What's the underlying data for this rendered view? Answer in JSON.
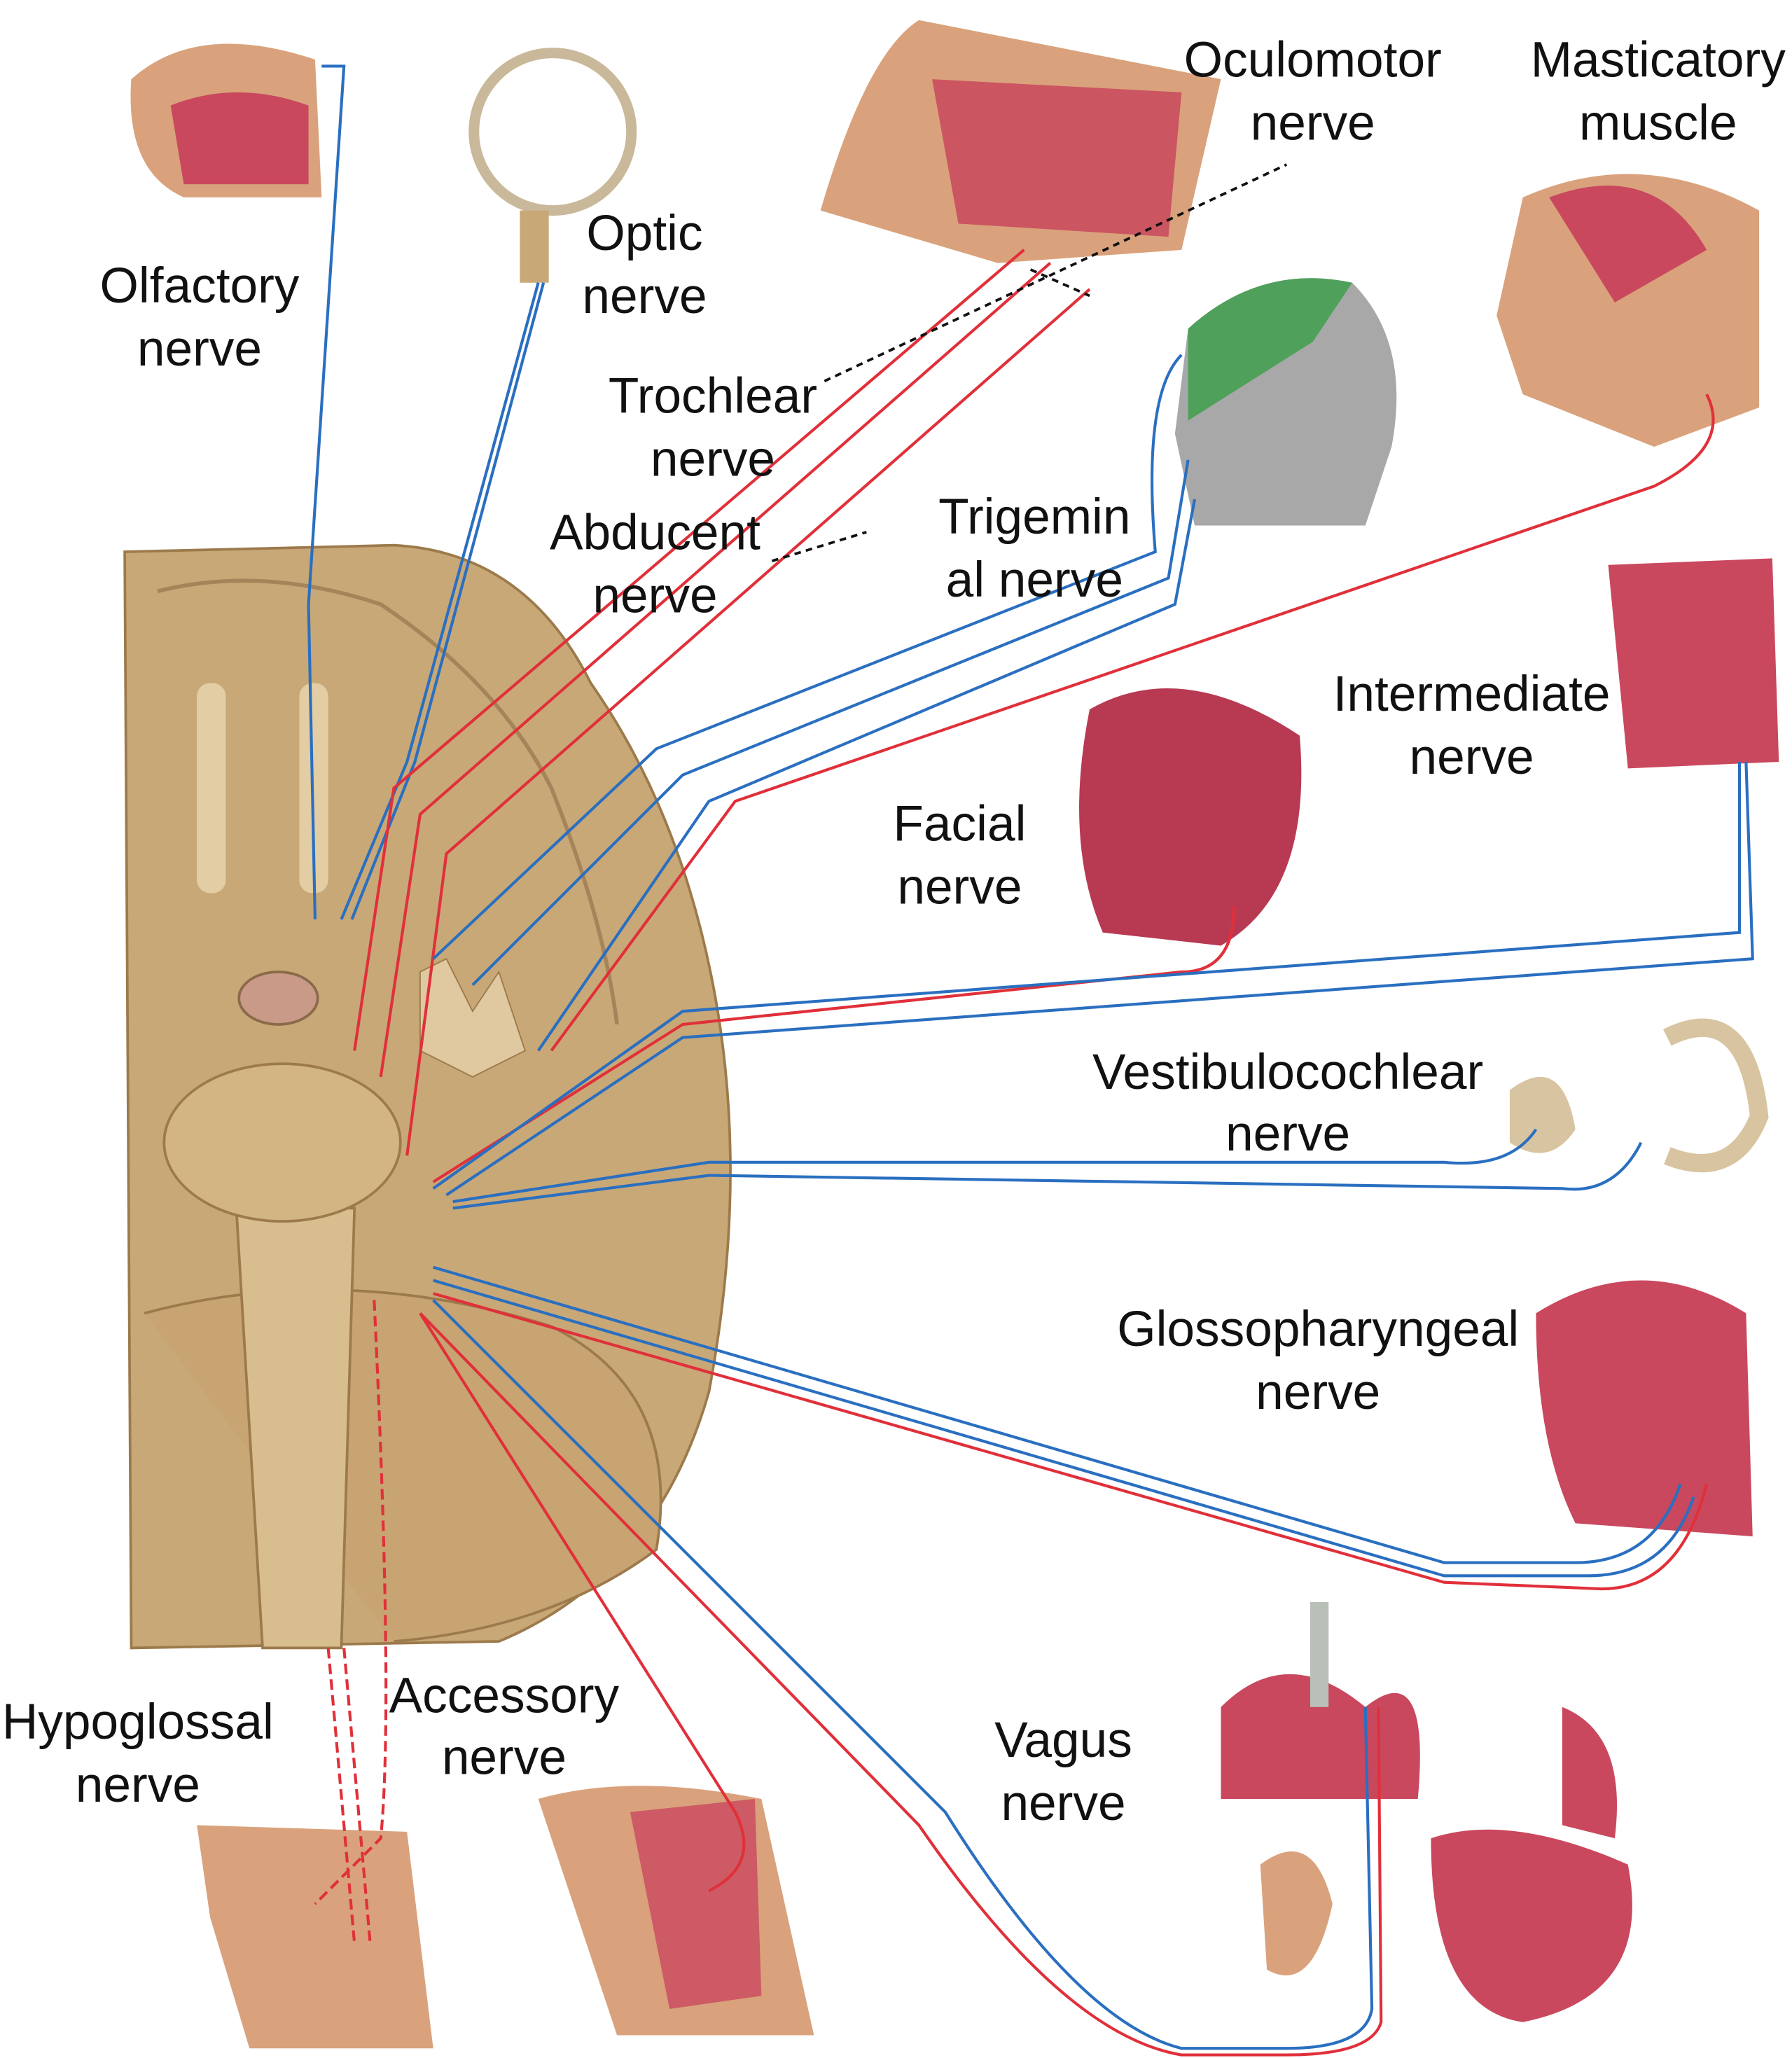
{
  "diagram": {
    "colors": {
      "motor": "#e0303a",
      "sensory": "#2a6fc0",
      "brain": "#c9a877",
      "tissue": "#c9485e",
      "skin": "#d9a27c"
    },
    "labels": {
      "olfactory": [
        "Olfactory",
        "nerve"
      ],
      "optic": [
        "Optic",
        "nerve"
      ],
      "oculomotor": [
        "Oculomotor",
        "nerve"
      ],
      "masticatory": [
        "Masticatory",
        "muscle"
      ],
      "trochlear": [
        "Trochlear",
        "nerve"
      ],
      "abducent": [
        "Abducent",
        "nerve"
      ],
      "trigeminal": [
        "Trigemin",
        "al nerve"
      ],
      "intermediate": [
        "Intermediate",
        "nerve"
      ],
      "facial": [
        "Facial",
        "nerve"
      ],
      "vestibulocochlear": [
        "Vestibulocochlear",
        "nerve"
      ],
      "glossopharyngeal": [
        "Glossopharyngeal",
        "nerve"
      ],
      "hypoglossal": [
        "Hypoglossal",
        "nerve"
      ],
      "accessory": [
        "Accessory",
        "nerve"
      ],
      "vagus": [
        "Vagus",
        "nerve"
      ]
    }
  }
}
